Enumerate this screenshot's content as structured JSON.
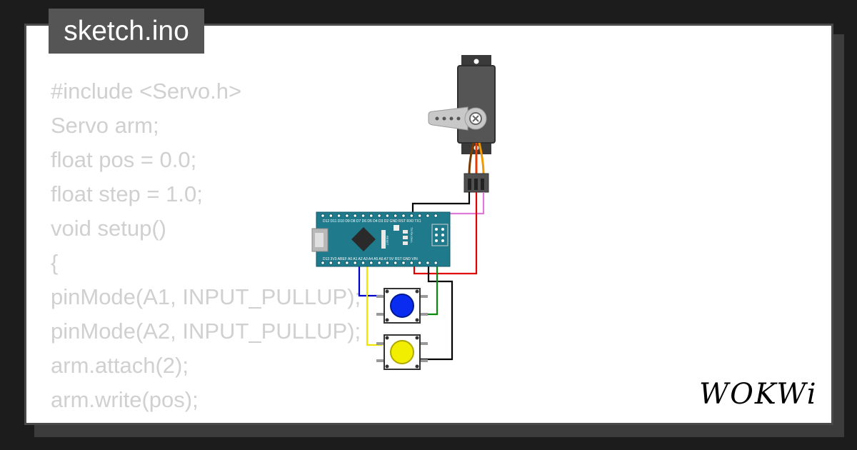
{
  "tab": {
    "filename": "sketch.ino"
  },
  "code_lines": [
    "#include <Servo.h>",
    "Servo arm;",
    "float pos = 0.0;",
    "float step = 1.0;",
    "void setup()",
    "{",
    "pinMode(A1, INPUT_PULLUP);",
    "pinMode(A2, INPUT_PULLUP);",
    "arm.attach(2);",
    "arm.write(pos);",
    "}"
  ],
  "arduino": {
    "top_pins": "D12 D11 D10  D9  D8  D7  D6  D5  D4  D3  D2  GND RST RX0 TX1",
    "bottom_pins": "D13 3V3 AREF A0  A1  A2  A3  A4  A5  A6  A7  5V  RST GND VIN",
    "reset_label": "RESET",
    "led_labels": "TX RX ON L"
  },
  "brand": {
    "logo": "WOKWi"
  },
  "colors": {
    "background": "#1c1c1c",
    "frame_border": "#4a4a4a",
    "tab_bg": "#555555",
    "code_text": "#d0d0d0",
    "board": "#1f7a8c",
    "button_blue": "#0a2cf0",
    "button_yellow": "#f2ee00",
    "wire_black": "#000000",
    "wire_pink": "#e07ad8",
    "wire_red": "#e00000",
    "wire_green": "#0a8a0a",
    "wire_blue": "#0000cc",
    "wire_yellow": "#f0e600"
  }
}
